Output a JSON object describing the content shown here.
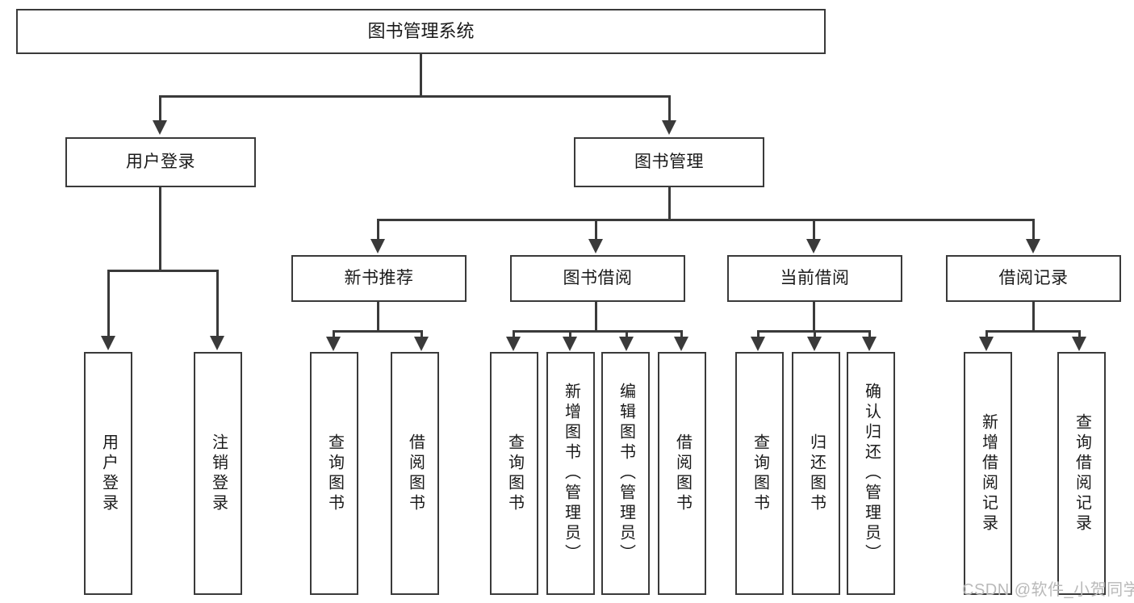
{
  "diagram": {
    "title": "图书管理系统",
    "type": "tree-hierarchy-diagram",
    "colors": {
      "stroke": "#3a3a3a",
      "fill": "#ffffff",
      "text": "#1a1a1a",
      "watermark": "#b9b9b9"
    },
    "levels": {
      "root": {
        "label": "图书管理系统"
      },
      "level2": [
        {
          "label": "用户登录"
        },
        {
          "label": "图书管理"
        }
      ],
      "level3": [
        {
          "label": "新书推荐"
        },
        {
          "label": "图书借阅"
        },
        {
          "label": "当前借阅"
        },
        {
          "label": "借阅记录"
        }
      ],
      "leaves": {
        "user_login": [
          {
            "label": "用户登录"
          },
          {
            "label": "注销登录"
          }
        ],
        "new_book_recommend": [
          {
            "label": "查询图书"
          },
          {
            "label": "借阅图书"
          }
        ],
        "book_borrow": [
          {
            "label": "查询图书"
          },
          {
            "label": "新增图书（管理员）"
          },
          {
            "label": "编辑图书（管理员）"
          },
          {
            "label": "借阅图书"
          }
        ],
        "current_borrow": [
          {
            "label": "查询图书"
          },
          {
            "label": "归还图书"
          },
          {
            "label": "确认归还（管理员）"
          }
        ],
        "borrow_record": [
          {
            "label": "新增借阅记录"
          },
          {
            "label": "查询借阅记录"
          }
        ]
      }
    }
  },
  "watermark": {
    "text": "CSDN @软件_小贺同学"
  }
}
